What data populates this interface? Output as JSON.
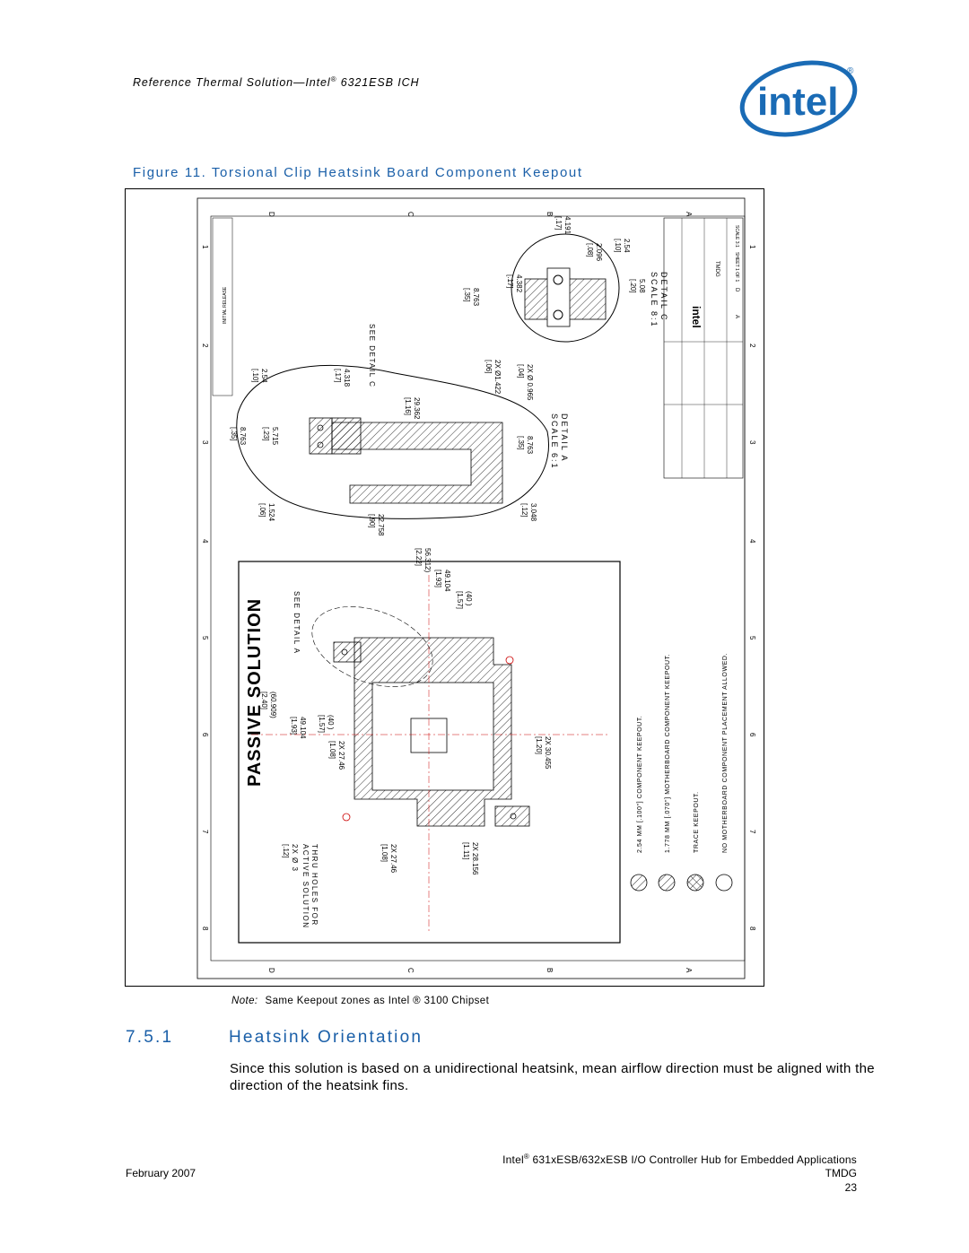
{
  "header": {
    "running_title_prefix": "Reference Thermal Solution—Intel",
    "registered": "®",
    "running_title_suffix": " 6321ESB ICH",
    "logo_text": "intel",
    "logo_mark": "®"
  },
  "figure": {
    "caption": "Figure 11.    Torsional Clip Heatsink Board Component Keepout",
    "drawing": {
      "passive_solution": "PASSIVE SOLUTION",
      "see_detail_a": "SEE DETAIL A",
      "see_detail_c": "SEE DETAIL C",
      "detail_a_title": "DETAIL A",
      "detail_a_scale": "SCALE 6:1",
      "detail_c_title": "DETAIL C",
      "detail_c_scale": "SCALE 8:1",
      "thru_holes_1": "THRU HOLES FOR",
      "thru_holes_2": "ACTIVE SOLUTION",
      "thru_holes_dim": "2X Ø 3",
      "thru_holes_dim_in": "[.12]",
      "legend": [
        "2.54 MM [.100\"] COMPONENT KEEPOUT.",
        "1.778 MM [.070\"] MOTHERBOARD COMPONENT KEEPOUT.",
        "TRACE KEEPOUT.",
        "NO MOTHERBOARD COMPONENT PLACEMENT ALLOWED."
      ],
      "dims": {
        "d60909": "(60.909)",
        "d60909_in": "[2.40]",
        "d49104": "49.104",
        "d49104_in": "[1.93]",
        "d40": "(40  )",
        "d40_in": "[1.57]",
        "d2746": "2X 27.46",
        "d2746_in": "[1.08]",
        "d30455": "2X 30.455",
        "d30455_in": "[1.20]",
        "d2746b": "2X 27.46",
        "d2746b_in": "[1.08]",
        "d28156": "2X 28.156",
        "d28156_in": "[1.11]",
        "d56312": "56.312)",
        "d56312_in": "[2.22]",
        "d49104b": "49.104",
        "d49104b_in": "[1.93]",
        "d40b": "(40  )",
        "d40b_in": "[1.57]",
        "d22758": "22.758",
        "d22758_in": "[.90]",
        "d1524": "1.524",
        "d1524_in": "[.06]",
        "d3048": "3.048",
        "d3048_in": "[.12]",
        "d8763a": "8.763",
        "d8763a_in": "[.35]",
        "d5715": "5.715",
        "d5715_in": "[.23]",
        "d2540": "2.54",
        "d2540_in": "[.10]",
        "d4318": "4.318",
        "d4318_in": "[.17]",
        "d29362": "29.362",
        "d29362_in": "[1.16]",
        "d8763b": "8.763",
        "d8763b_in": "[.35]",
        "d1422": "2X Ø1.422",
        "d1422_in": "[.06]",
        "d0965": "2X Ø 0.965",
        "d0965_in": "[.04]",
        "d8763c": "8.763",
        "d8763c_in": "[.35]",
        "d4382": "4.382",
        "d4382_in": "[.17]",
        "d4191": "4.191",
        "d4191_in": "[.17]",
        "d2096": "2.096",
        "d2096_in": "[.08]",
        "d254c": "2.54",
        "d254c_in": "[.10]",
        "d508": "5.08",
        "d508_in": "[.20]"
      },
      "zones_top": [
        "D",
        "C",
        "B",
        "A"
      ],
      "zones_bottom": [
        "D",
        "C",
        "B",
        "A"
      ],
      "zones_left": [
        "1",
        "2",
        "3",
        "4",
        "5",
        "6",
        "7",
        "8"
      ],
      "zones_right": [
        "1",
        "2",
        "3",
        "4",
        "5",
        "6",
        "7",
        "8"
      ],
      "title_block": {
        "title": "TMDG",
        "company": "intel",
        "scale": "SCALE 3:1",
        "sheet": "SHEET 1 OF 1",
        "size": "D",
        "rev": "A",
        "revision_label": "INITIAL RELEASE"
      }
    }
  },
  "note": {
    "label": "Note:",
    "text": "Same Keepout zones as Intel ® 3100 Chipset"
  },
  "section": {
    "number": "7.5.1",
    "title": "Heatsink Orientation"
  },
  "body": {
    "paragraph": "Since this solution is based on a unidirectional heatsink, mean airflow direction must be aligned with the direction of the heatsink fins."
  },
  "footer": {
    "product_prefix": "Intel",
    "registered": "®",
    "product_suffix": " 631xESB/632xESB I/O Controller Hub for Embedded Applications",
    "date": "February 2007",
    "doc": "TMDG",
    "page": "23"
  }
}
